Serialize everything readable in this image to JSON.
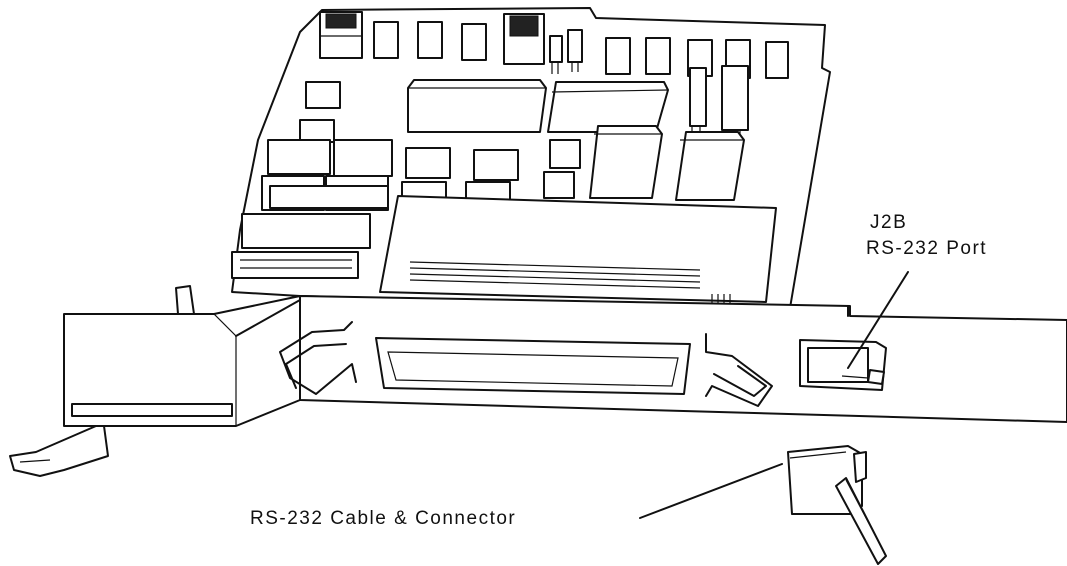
{
  "labels": {
    "port_id": "J2B",
    "port_name": "RS-232 Port",
    "cable": "RS-232 Cable & Connector"
  }
}
